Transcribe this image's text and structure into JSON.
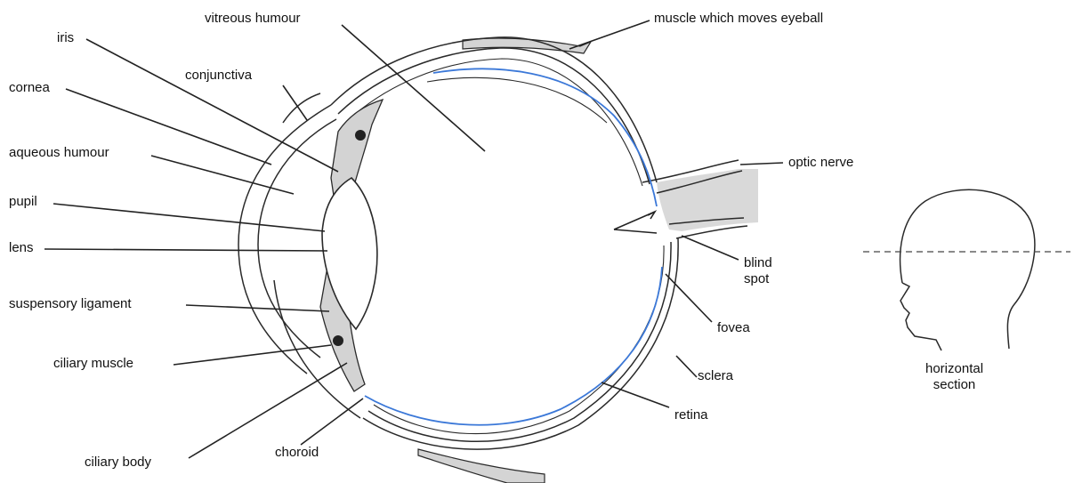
{
  "labels": {
    "vitreous_humour": "vitreous humour",
    "muscle_moves_eyeball": "muscle which moves eyeball",
    "iris": "iris",
    "conjunctiva": "conjunctiva",
    "cornea": "cornea",
    "aqueous_humour": "aqueous humour",
    "optic_nerve": "optic nerve",
    "pupil": "pupil",
    "lens": "lens",
    "blind_spot_line1": "blind",
    "blind_spot_line2": "spot",
    "suspensory_ligament": "suspensory ligament",
    "fovea": "fovea",
    "ciliary_muscle": "ciliary muscle",
    "sclera": "sclera",
    "horizontal_section_line1": "horizontal",
    "horizontal_section_line2": "section",
    "retina": "retina",
    "ciliary_body": "ciliary body",
    "choroid": "choroid"
  },
  "colors": {
    "retina": "#3b78d8",
    "tissue": "#dcdcdc",
    "outline": "#2a2a2a"
  }
}
